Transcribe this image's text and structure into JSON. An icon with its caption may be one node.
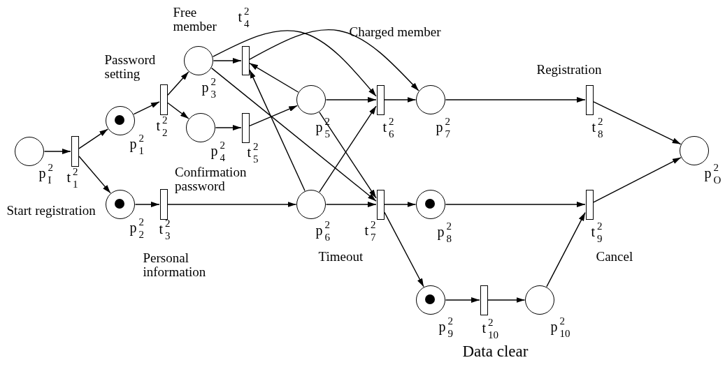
{
  "diagram": {
    "nodes": [
      {
        "text": [],
        "shape": "circle",
        "beside": [
          "p$^{2}$$_{I}$",
          "Start registration"
        ]
      },
      {
        "text": [],
        "shape": "bar",
        "beside": [
          "t$^{2}$$_{1}$"
        ]
      },
      {
        "text": [],
        "shape": "circle",
        "beside": [
          "p$^{2}$$_{1}$"
        ]
      },
      {
        "text": [],
        "shape": "circle",
        "in": 2
      },
      {
        "text": [],
        "shape": "circle",
        "beside": [
          "p$^{2}$$_{2}$"
        ]
      },
      {
        "text": [],
        "shape": "circle",
        "in": 4
      },
      {
        "text": [],
        "shape": "bar",
        "beside": [
          "t$^{2}$$_{2}$",
          "Password setting"
        ]
      },
      {
        "text": [],
        "shape": "bar",
        "beside": [
          "t$^{2}$$_{3}$",
          "Personal information"
        ]
      },
      {
        "text": [],
        "shape": "circle",
        "beside": [
          "p$^{2}$$_{3}$"
        ]
      },
      {
        "text": [],
        "shape": "circle",
        "beside": [
          "p$^{2}$$_{4}$"
        ]
      },
      {
        "text": [],
        "shape": "bar",
        "beside": [
          "t$^{2}$$_{4}$",
          "Free member"
        ]
      },
      {
        "text": [],
        "shape": "bar",
        "beside": [
          "t$^{2}$$_{5}$"
        ]
      },
      {
        "text": [],
        "shape": "circle",
        "beside": [
          "p$^{2}$$_{5}$"
        ]
      },
      {
        "text": [],
        "shape": "circle",
        "beside": [
          "p$^{2}$$_{6}$"
        ]
      },
      {
        "text": [],
        "shape": "bar",
        "beside": [
          "t$^{2}$$_{6}$",
          "Charged member"
        ]
      },
      {
        "text": [],
        "shape": "bar",
        "beside": [
          "t$^{2}$$_{7}$",
          "Timeout"
        ]
      },
      {
        "text": [],
        "shape": "circle",
        "beside": [
          "p$^{2}$$_{7}$"
        ]
      },
      {
        "text": [],
        "shape": "circle",
        "beside": [
          "p$^{2}$$_{8}$"
        ]
      },
      {
        "text": [],
        "shape": "circle",
        "in": 17
      },
      {
        "text": [],
        "shape": "circle",
        "beside": [
          "p$^{2}$$_{9}$"
        ]
      },
      {
        "text": [],
        "shape": "circle",
        "in": 19
      },
      {
        "text": [],
        "shape": "bar",
        "beside": [
          "t$^{2}$$_{10}$",
          "Data clear"
        ]
      },
      {
        "text": [],
        "shape": "circle",
        "beside": [
          "p$^{2}$$_{10}$"
        ]
      },
      {
        "text": [],
        "shape": "bar",
        "beside": [
          "t$^{2}$$_{8}$",
          "Registration"
        ]
      },
      {
        "text": [],
        "shape": "bar",
        "beside": [
          "t$^{2}$$_{9}$",
          "Cancel"
        ]
      },
      {
        "text": [],
        "shape": "circle",
        "beside": [
          "p$^{2}$$_{O}$"
        ]
      }
    ],
    "edges": [
      {
        "from": 0,
        "to": 1,
        "arrow": "to"
      },
      {
        "from": 1,
        "to": 2,
        "arrow": "to"
      },
      {
        "from": 1,
        "to": 4,
        "arrow": "to"
      },
      {
        "from": 2,
        "to": 6,
        "arrow": "to"
      },
      {
        "from": 6,
        "to": 8,
        "arrow": "to"
      },
      {
        "from": 6,
        "to": 9,
        "arrow": "to"
      },
      {
        "from": 4,
        "to": 7,
        "arrow": "to"
      },
      {
        "from": 7,
        "to": 13,
        "arrow": "to",
        "label": "Confirmation password"
      },
      {
        "from": 8,
        "to": 10,
        "arrow": "to"
      },
      {
        "from": 9,
        "to": 11,
        "arrow": "to"
      },
      {
        "from": 11,
        "to": 12,
        "arrow": "to"
      },
      {
        "from": 12,
        "to": 10,
        "arrow": "to"
      },
      {
        "from": 13,
        "to": 10,
        "arrow": "to"
      },
      {
        "from": 8,
        "to": 14,
        "arrow": "to"
      },
      {
        "from": 10,
        "to": 16,
        "arrow": "to"
      },
      {
        "from": 8,
        "to": 15,
        "arrow": "to"
      },
      {
        "from": 12,
        "to": 14,
        "arrow": "to"
      },
      {
        "from": 12,
        "to": 15,
        "arrow": "to"
      },
      {
        "from": 13,
        "to": 14,
        "arrow": "to"
      },
      {
        "from": 13,
        "to": 15,
        "arrow": "to"
      },
      {
        "from": 14,
        "to": 16,
        "arrow": "to"
      },
      {
        "from": 16,
        "to": 23,
        "arrow": "to"
      },
      {
        "from": 23,
        "to": 25,
        "arrow": "to"
      },
      {
        "from": 15,
        "to": 17,
        "arrow": "to"
      },
      {
        "from": 15,
        "to": 19,
        "arrow": "to"
      },
      {
        "from": 17,
        "to": 24,
        "arrow": "to"
      },
      {
        "from": 19,
        "to": 21,
        "arrow": "to"
      },
      {
        "from": 21,
        "to": 22,
        "arrow": "to"
      },
      {
        "from": 22,
        "to": 24,
        "arrow": "to"
      },
      {
        "from": 24,
        "to": 25,
        "arrow": "to"
      }
    ]
  }
}
